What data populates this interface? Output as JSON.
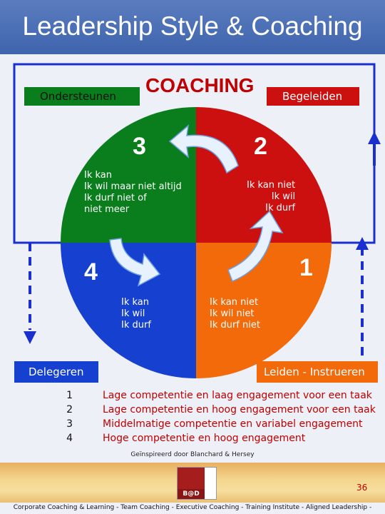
{
  "title": "Leadership Style & Coaching",
  "quadrant_labels": {
    "top": "COACHING",
    "top_left": "Ondersteunen",
    "top_right": "Begeleiden",
    "bottom_left": "Delegeren",
    "bottom_right": "Leiden - Instrueren"
  },
  "quadrants": {
    "q3": {
      "number": "3",
      "text": "Ik kan\nIk wil maar niet altijd\nIk durf niet of\nniet meer",
      "color": "#0a7d1d"
    },
    "q2": {
      "number": "2",
      "text": "Ik kan niet\n Ik wil\n Ik durf",
      "color": "#cc1010"
    },
    "q4": {
      "number": "4",
      "text": "Ik kan\nIk wil\nIk durf",
      "color": "#1640d0"
    },
    "q1": {
      "number": "1",
      "text": "Ik kan niet\nIk wil niet\nIk durf niet",
      "color": "#f26a0a"
    }
  },
  "legend": [
    {
      "num": "1",
      "text": "Lage competentie en laag engagement voor een taak"
    },
    {
      "num": "2",
      "text": "Lage competentie en hoog engagement voor een taak"
    },
    {
      "num": "3",
      "text": "Middelmatige competentie en variabel engagement"
    },
    {
      "num": "4",
      "text": "Hoge competentie en hoog engagement"
    }
  ],
  "credit": "Geïnspireerd door Blanchard & Hersey",
  "logo_text": "B@D",
  "page_number": "36",
  "footer": "Corporate Coaching & Learning - Team Coaching - Executive Coaching - Training Institute - Aligned Leadership -",
  "colors": {
    "title_bar": "#4a6fb5",
    "frame": "#1a2fd0",
    "legend_text": "#c00000"
  }
}
